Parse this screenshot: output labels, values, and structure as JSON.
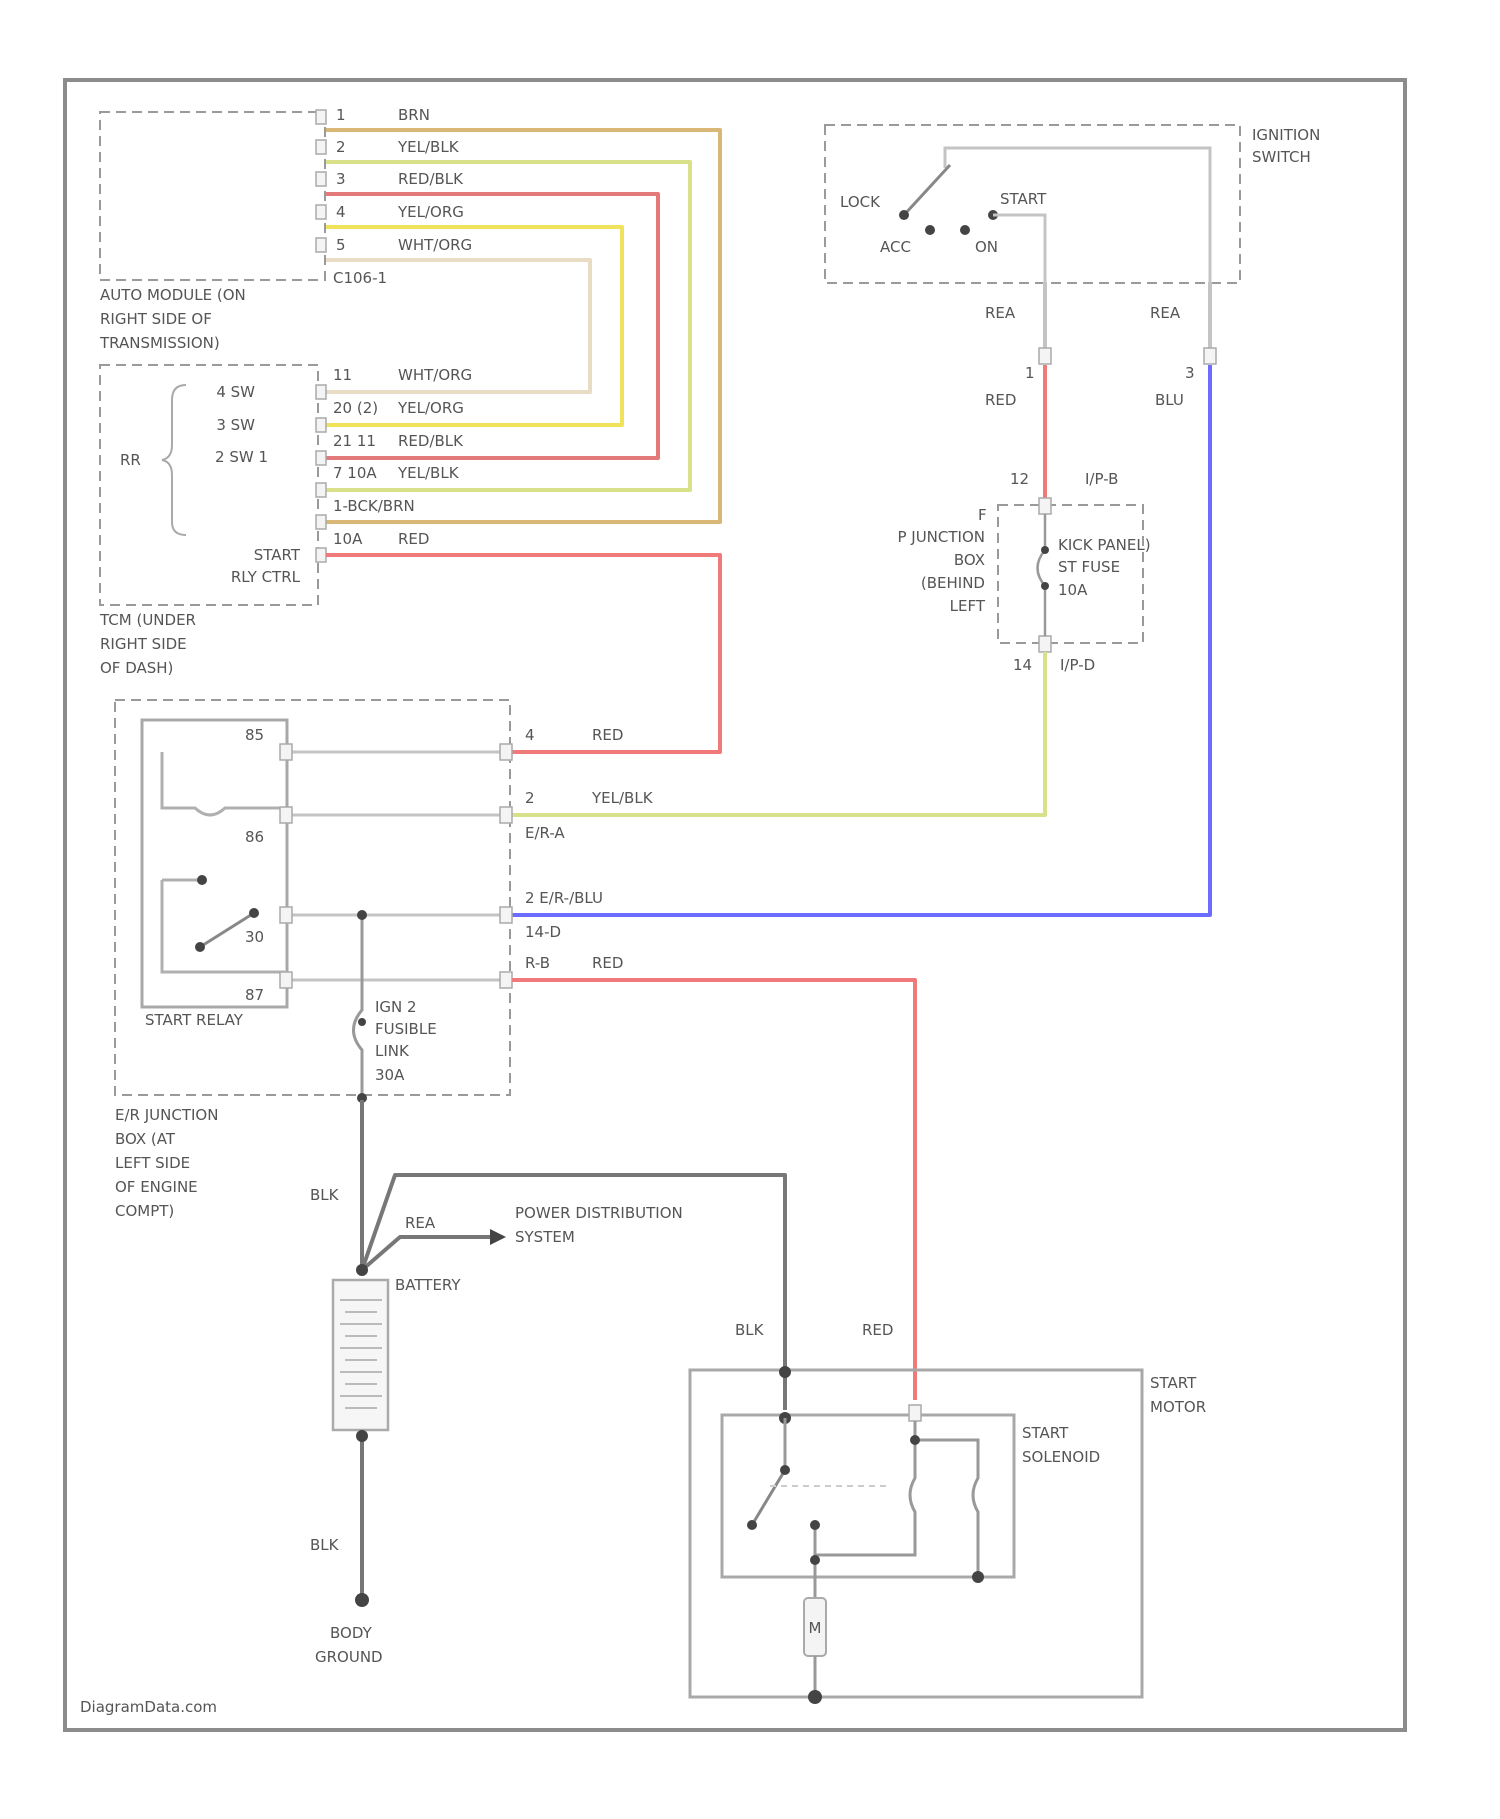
{
  "labels": {
    "am_pins": [
      "1",
      "2",
      "3",
      "4",
      "5"
    ],
    "am_wires": [
      "BRN",
      "YEL/BLK",
      "RED/BLK",
      "YEL/ORG",
      "WHT/ORG"
    ],
    "am_connector": "C106-1",
    "am_name": [
      "AUTO MODULE (ON",
      "RIGHT SIDE OF",
      "TRANSMISSION)"
    ],
    "tcm_pins": [
      "11",
      "20 (2)",
      "21 11",
      "7 10A",
      "1-BCK/BRN",
      "10A"
    ],
    "tcm_wires": [
      "WHT/ORG",
      "YEL/ORG",
      "RED/BLK",
      "YEL/BLK",
      "RED"
    ],
    "tcm_sw": [
      "4 SW",
      "3 SW",
      "2 SW 1"
    ],
    "tcm_bracket": "RR",
    "tcm_start": [
      "START",
      "RLY CTRL"
    ],
    "tcm_name": [
      "TCM (UNDER",
      "RIGHT SIDE",
      "OF DASH)"
    ],
    "ign": {
      "name": [
        "IGNITION",
        "SWITCH"
      ],
      "positions": [
        "LOCK",
        "START",
        "ACC",
        "ON"
      ],
      "wire_left": "REA",
      "wire_right": "REA",
      "pin_left": "1",
      "pin_right": "3",
      "color_left": "RED",
      "color_right": "BLU"
    },
    "pjb": {
      "pin_top": "12",
      "conn_top": "I/P-B",
      "pin_bot": "14",
      "conn_bot": "I/P-D",
      "side_pin": "F",
      "name": [
        "P JUNCTION",
        "BOX",
        "(BEHIND",
        "LEFT"
      ],
      "fuse": [
        "KICK PANEL)",
        "ST FUSE",
        "10A"
      ]
    },
    "relay": {
      "pins": [
        "85",
        "86",
        "30",
        "87"
      ],
      "name": "START RELAY",
      "wire1_pin": "4",
      "wire1_color": "RED",
      "wire2_pin": "2",
      "wire2_color": "YEL/BLK",
      "wire2_conn": "E/R-A",
      "wire3_label": "2 E/R-/BLU",
      "wire3_conn": "14-D",
      "wire4_pin": "R-B",
      "wire4_color": "RED",
      "fuse": [
        "IGN 2",
        "FUSIBLE",
        "LINK",
        "30A"
      ]
    },
    "erjb": [
      "E/R JUNCTION",
      "BOX (AT",
      "LEFT SIDE",
      "OF ENGINE",
      "COMPT)"
    ],
    "battery": {
      "name": "BATTERY",
      "wire_left": "BLK",
      "wire_red": "REA",
      "pds": [
        "POWER DISTRIBUTION",
        "SYSTEM"
      ],
      "wire_bottom": "BLK"
    },
    "ground": [
      "BODY",
      "GROUND"
    ],
    "motor": {
      "name": [
        "START",
        "MOTOR"
      ],
      "solenoid": [
        "START",
        "SOLENOID"
      ],
      "wire_blk": "BLK",
      "wire_red": "RED",
      "m": "M"
    },
    "watermark": "DiagramData.com"
  },
  "colors": {
    "brown": "#d9b877",
    "yellow_black": "#d8e08a",
    "red_black": "#e27a7a",
    "yellow_orange": "#f0e25a",
    "white_orange": "#e9dcc4",
    "red": "#f07a7a",
    "blue": "#6c6cff",
    "black": "#777777"
  }
}
